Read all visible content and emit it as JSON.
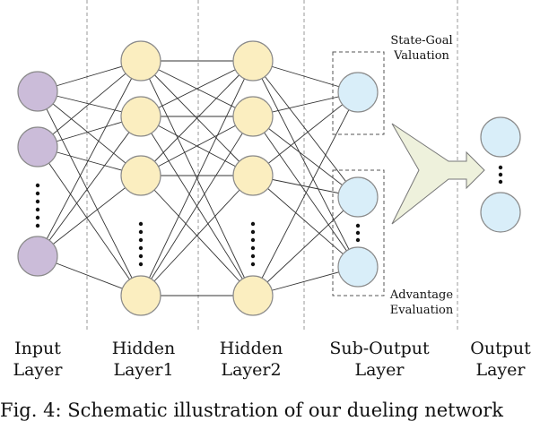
{
  "layers": [
    {
      "label_line1": "Input",
      "label_line2": "Layer"
    },
    {
      "label_line1": "Hidden",
      "label_line2": "Layer1"
    },
    {
      "label_line1": "Hidden",
      "label_line2": "Layer2"
    },
    {
      "label_line1": "Sub-Output",
      "label_line2": "Layer"
    },
    {
      "label_line1": "Output",
      "label_line2": "Layer"
    }
  ],
  "annotations": {
    "state_goal_line1": "State-Goal",
    "state_goal_line2": "Valuation",
    "advantage_line1": "Advantage",
    "advantage_line2": "Evaluation"
  },
  "caption": "Fig. 4: Schematic illustration of our dueling network",
  "colors": {
    "input_node": "#cbbcd9",
    "hidden_node": "#fbeec0",
    "output_node": "#d9eef9",
    "arrow": "#eef1dc"
  }
}
